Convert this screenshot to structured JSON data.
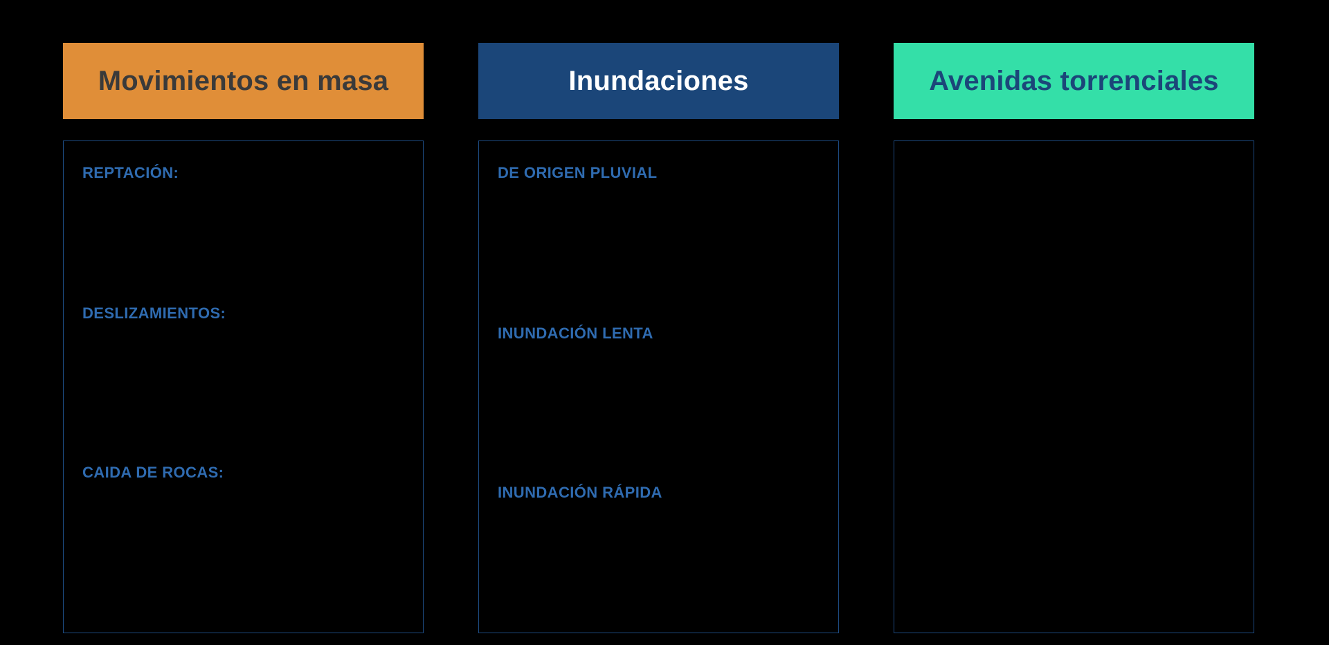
{
  "page": {
    "background_color": "#000000",
    "layout": "three-column-board"
  },
  "columns": [
    {
      "id": "movimientos-en-masa",
      "header": {
        "title": "Movimientos en masa",
        "background_color": "#E08E38",
        "text_color": "#3A3A3A"
      },
      "body": {
        "border_color": "#1d4b82",
        "text_color": "#2f6bb0",
        "entries": [
          {
            "label": "REPTACIÓN:"
          },
          {
            "label": "DESLIZAMIENTOS:"
          },
          {
            "label": "CAIDA DE ROCAS:"
          }
        ]
      }
    },
    {
      "id": "inundaciones",
      "header": {
        "title": "Inundaciones",
        "background_color": "#1B4679",
        "text_color": "#FFFFFF"
      },
      "body": {
        "border_color": "#1d4b82",
        "text_color": "#2f6bb0",
        "entries": [
          {
            "label": "DE ORIGEN PLUVIAL"
          },
          {
            "label": "INUNDACIÓN LENTA"
          },
          {
            "label": "INUNDACIÓN RÁPIDA"
          }
        ]
      }
    },
    {
      "id": "avenidas-torrenciales",
      "header": {
        "title": "Avenidas torrenciales",
        "background_color": "#34DFA8",
        "text_color": "#1B4679"
      },
      "body": {
        "border_color": "#1d4b82",
        "text_color": "#2f6bb0",
        "entries": []
      }
    }
  ]
}
